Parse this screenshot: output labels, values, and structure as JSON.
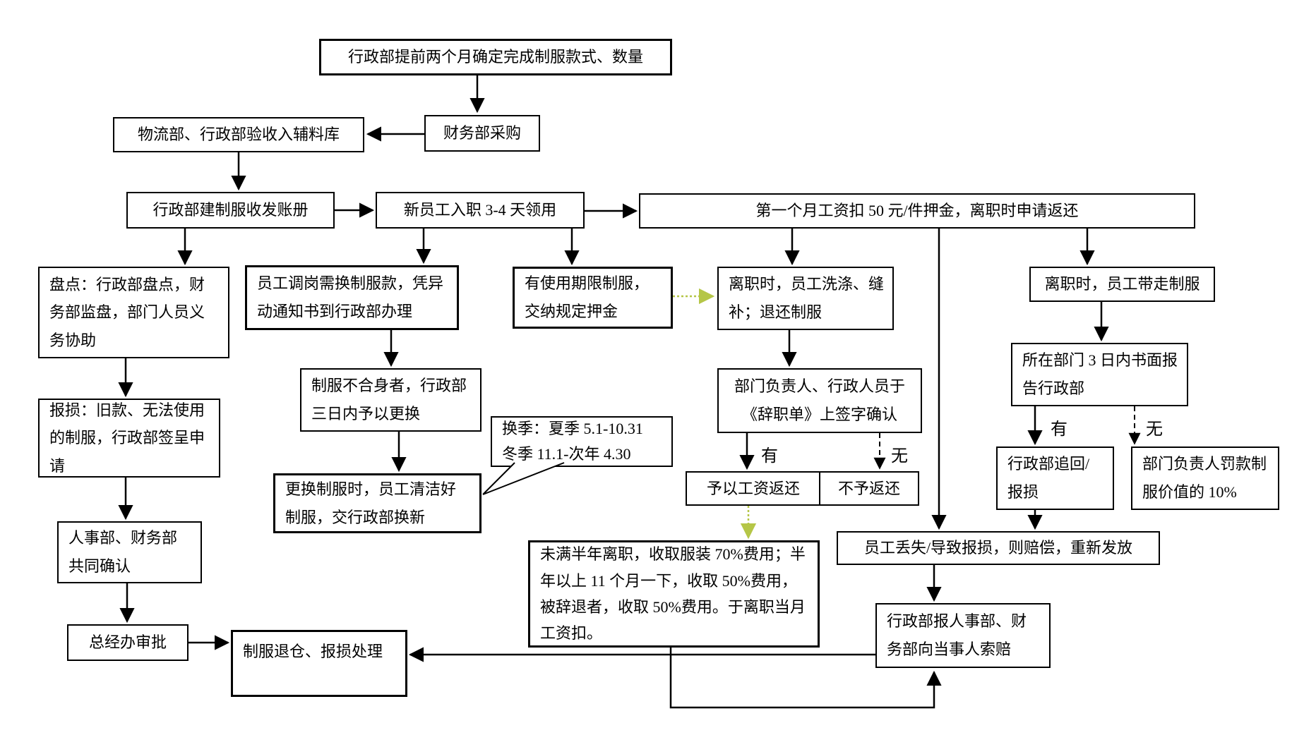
{
  "diagram": {
    "type": "flowchart",
    "language": "zh-CN",
    "topic": "uniform management process"
  },
  "colors": {
    "background": "#ffffff",
    "box_border": "#000000",
    "line": "#000000",
    "green_dashed_arrow": "#b5c647"
  },
  "boxes": {
    "determine_style": {
      "text": "行政部提前两个月确定完成制服款式、数量"
    },
    "finance_purchase": {
      "text": "财务部采购"
    },
    "warehouse_check": {
      "text": "物流部、行政部验收入辅料库"
    },
    "ledger": {
      "text": "行政部建制服收发账册"
    },
    "new_employee": {
      "text": "新员工入职 3-4 天领用"
    },
    "deposit_rule": {
      "text": "第一个月工资扣 50 元/件押金，离职时申请返还"
    },
    "stocktake": {
      "text": "盘点：行政部盘点，财务部监盘，部门人员义务协助"
    },
    "transfer_change": {
      "text": "员工调岗需换制服款，凭异动通知书到行政部办理"
    },
    "term_uniform_deposit": {
      "text": "有使用期限制服，交纳规定押金"
    },
    "resign_wash_return": {
      "text": "离职时，员工洗涤、缝补；退还制服"
    },
    "resign_take_uniform": {
      "text": "离职时，员工带走制服"
    },
    "damage_report": {
      "text": "报损：旧款、无法使用的制服，行政部签呈申请"
    },
    "unfit_exchange": {
      "text": "制服不合身者，行政部三日内予以更换"
    },
    "dept_report_3days": {
      "text": "所在部门 3 日内书面报告行政部"
    },
    "resign_sign_confirm": {
      "text": "部门负责人、行政人员于《辞职单》上签字确认"
    },
    "season_change_note": {
      "text": "换季：夏季 5.1-10.31\n冬季 11.1-次年 4.30"
    },
    "exchange_clean": {
      "text": "更换制服时，员工清洁好制服，交行政部换新"
    },
    "refund_with_salary": {
      "text": "予以工资返还"
    },
    "no_refund": {
      "text": "不予返还"
    },
    "admin_recover": {
      "text": "行政部追回/报损"
    },
    "dept_head_fine": {
      "text": "部门负责人罚款制服价值的 10%"
    },
    "hr_finance_confirm": {
      "text": "人事部、财务部共同确认"
    },
    "leave_fee_rule": {
      "text": "未满半年离职，收取服装 70%费用；半年以上 11 个月一下，收取 50%费用，被辞退者，收取 50%费用。于离职当月工资扣。"
    },
    "lost_compensate": {
      "text": "员工丢失/导致报损，则赔偿，重新发放"
    },
    "gm_approval": {
      "text": "总经办审批"
    },
    "uniform_return_handle": {
      "text": "制服退仓、报损处理"
    },
    "claim_compensation": {
      "text": "行政部报人事部、财务部向当事人索赔"
    }
  },
  "edge_labels": {
    "has": "有",
    "none": "无"
  }
}
